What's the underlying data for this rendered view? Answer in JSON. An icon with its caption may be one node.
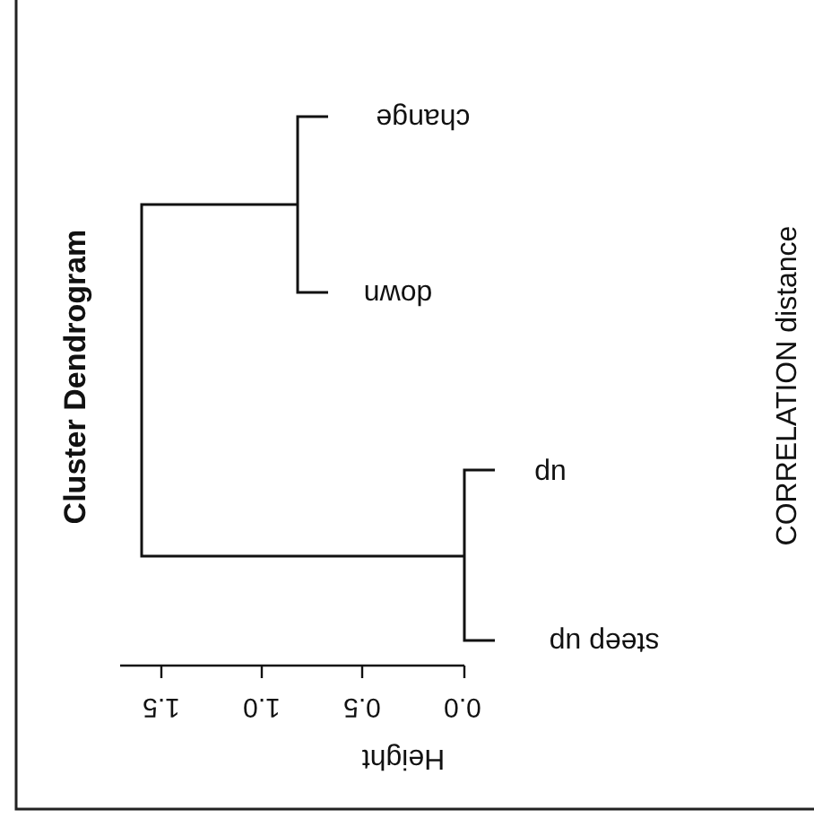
{
  "diagram": {
    "title": "Cluster Dendrogram",
    "caption": "CORRELATION distance",
    "labels": [
      "change",
      "down",
      "up",
      "steep up",
      "0.0",
      "0.5",
      "1.0",
      "1.5",
      "Height"
    ]
  }
}
